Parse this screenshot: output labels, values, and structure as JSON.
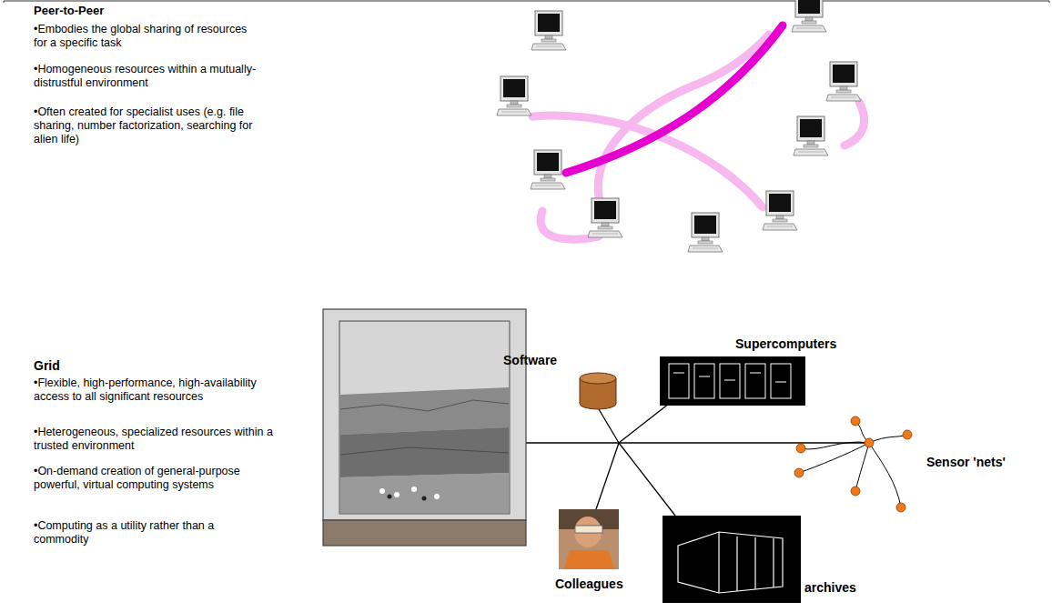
{
  "diagram": {
    "labels": [
      "Peer-to-Peer",
      "•Embodies the global sharing of resources for a specific task",
      "•Homogeneous resources within a mutually-distrustful environment",
      "•Often created for specialist uses (e.g. file sharing, number factorization, searching for alien life)",
      "Grid",
      "•Flexible, high-performance, high-availability access to all significant resources",
      "•Heterogeneous, specialized resources within a trusted environment",
      "•On-demand creation of general-purpose powerful, virtual computing systems",
      "•Computing as a utility rather than a commodity",
      "Software",
      "Supercomputers",
      "Sensor 'nets'",
      "Colleagues",
      "archives"
    ]
  }
}
